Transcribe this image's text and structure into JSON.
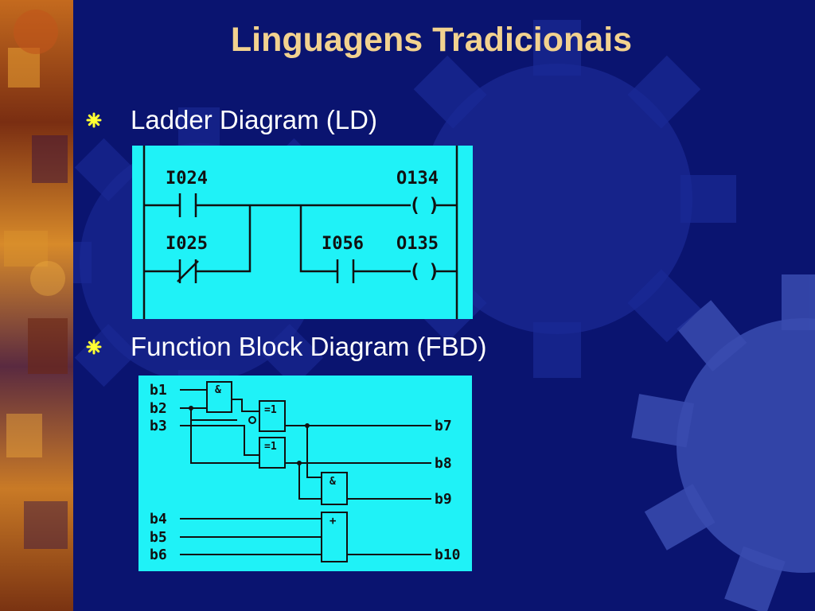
{
  "slide": {
    "title": "Linguagens Tradicionais",
    "colors": {
      "background": "#0a1470",
      "title": "#f2d28f",
      "bullet": "#ffff33",
      "text": "#ffffff",
      "diagram_background": "#1ff2f7",
      "diagram_ink": "#111111"
    },
    "bullets": [
      {
        "label": "Ladder Diagram (LD)",
        "icon": "starburst-bullet-icon"
      },
      {
        "label": "Function Block Diagram (FBD)",
        "icon": "starburst-bullet-icon"
      }
    ]
  },
  "ladder_diagram": {
    "rungs": [
      {
        "contact": "I024",
        "contact_type": "normally-open",
        "coil": "O134"
      },
      {
        "contact": "I025",
        "contact_type": "normally-closed",
        "series_contact": "I056",
        "coil": "O135"
      }
    ],
    "coil_symbol_left": "(",
    "coil_symbol_right": ")"
  },
  "function_block_diagram": {
    "inputs": [
      "b1",
      "b2",
      "b3",
      "b4",
      "b5",
      "b6"
    ],
    "outputs": [
      "b7",
      "b8",
      "b9",
      "b10"
    ],
    "blocks": [
      {
        "id": "and1",
        "label": "&"
      },
      {
        "id": "xor1",
        "label": "=1"
      },
      {
        "id": "xor2",
        "label": "=1"
      },
      {
        "id": "and2",
        "label": "&"
      },
      {
        "id": "add1",
        "label": "+"
      }
    ]
  }
}
